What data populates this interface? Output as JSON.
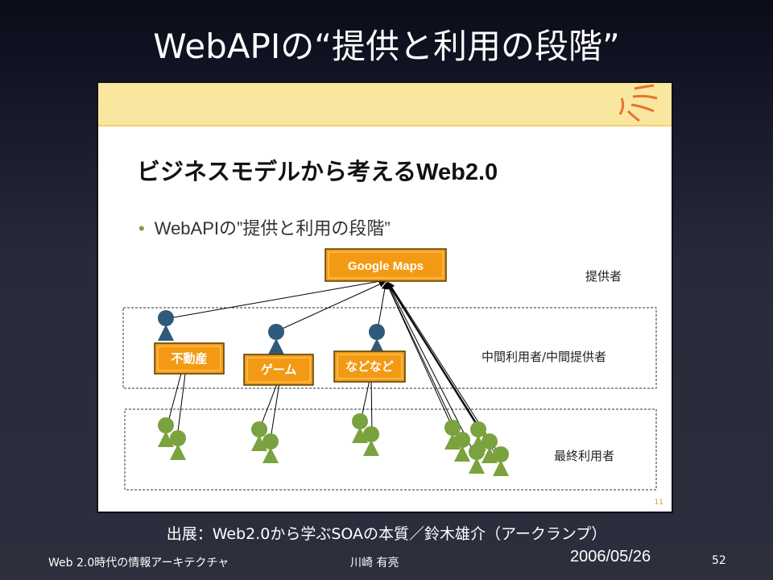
{
  "slide": {
    "title": "WebAPIの“提供と利用の段階”",
    "panel_heading": "ビジネスモデルから考えるWeb2.0",
    "bullet_text": "WebAPIの”提供と利用の段階”",
    "panel_page_number": "11"
  },
  "diagram": {
    "provider_box": "Google Maps",
    "intermediary_boxes": [
      "不動産",
      "ゲーム",
      "などなど"
    ],
    "layer_labels": {
      "provider": "提供者",
      "intermediate": "中間利用者/中間提供者",
      "end": "最終利用者"
    },
    "colors": {
      "box_fill": "#f39a14",
      "box_border": "#5a3a00",
      "intermediate_person": "#2f5a7a",
      "end_person": "#7aa23e",
      "arrow": "#000000"
    }
  },
  "footer": {
    "source": "出展：Web2.0から学ぶSOAの本質／鈴木雄介（アークランプ）",
    "left_text": "Web 2.0時代の情報アーキテクチャ",
    "author": "川崎 有亮",
    "date": "2006/05/26",
    "page_number": "52"
  }
}
